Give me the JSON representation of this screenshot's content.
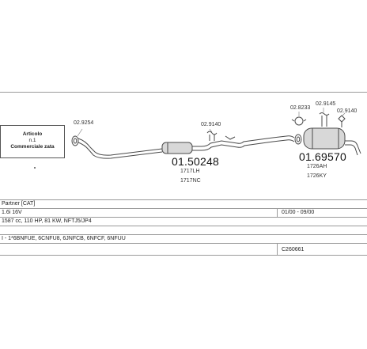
{
  "legend": {
    "line1": "Articolo",
    "line2": "n.1",
    "line3": "Commerciale zata"
  },
  "callouts": [
    {
      "label": "02.9254"
    },
    {
      "label": "02.9140"
    },
    {
      "label": "02.8233"
    },
    {
      "label": "02.9145"
    },
    {
      "label": "02.9140"
    }
  ],
  "parts": [
    {
      "number": "01.50248",
      "refs": [
        "1717LH",
        "1717NC"
      ]
    },
    {
      "number": "01.69570",
      "refs": [
        "1726AH",
        "1726KY"
      ]
    }
  ],
  "vehicle": {
    "model": "Partner [CAT]",
    "engine": "1.6i 16V",
    "date_range": "01/00 - 09/00",
    "specs": "1587 cc, 110 HP, 81 KW, NFTJ5/JP4",
    "engine_codes": "I - 1*6BNFUE, 6CNFU8, 6JNFCB, 6NFCF, 6NFUU",
    "catalog_code": "C260661"
  },
  "colors": {
    "line": "#4a4a4a",
    "grid": "#9a9a9a",
    "fill": "#cfcfcf"
  }
}
